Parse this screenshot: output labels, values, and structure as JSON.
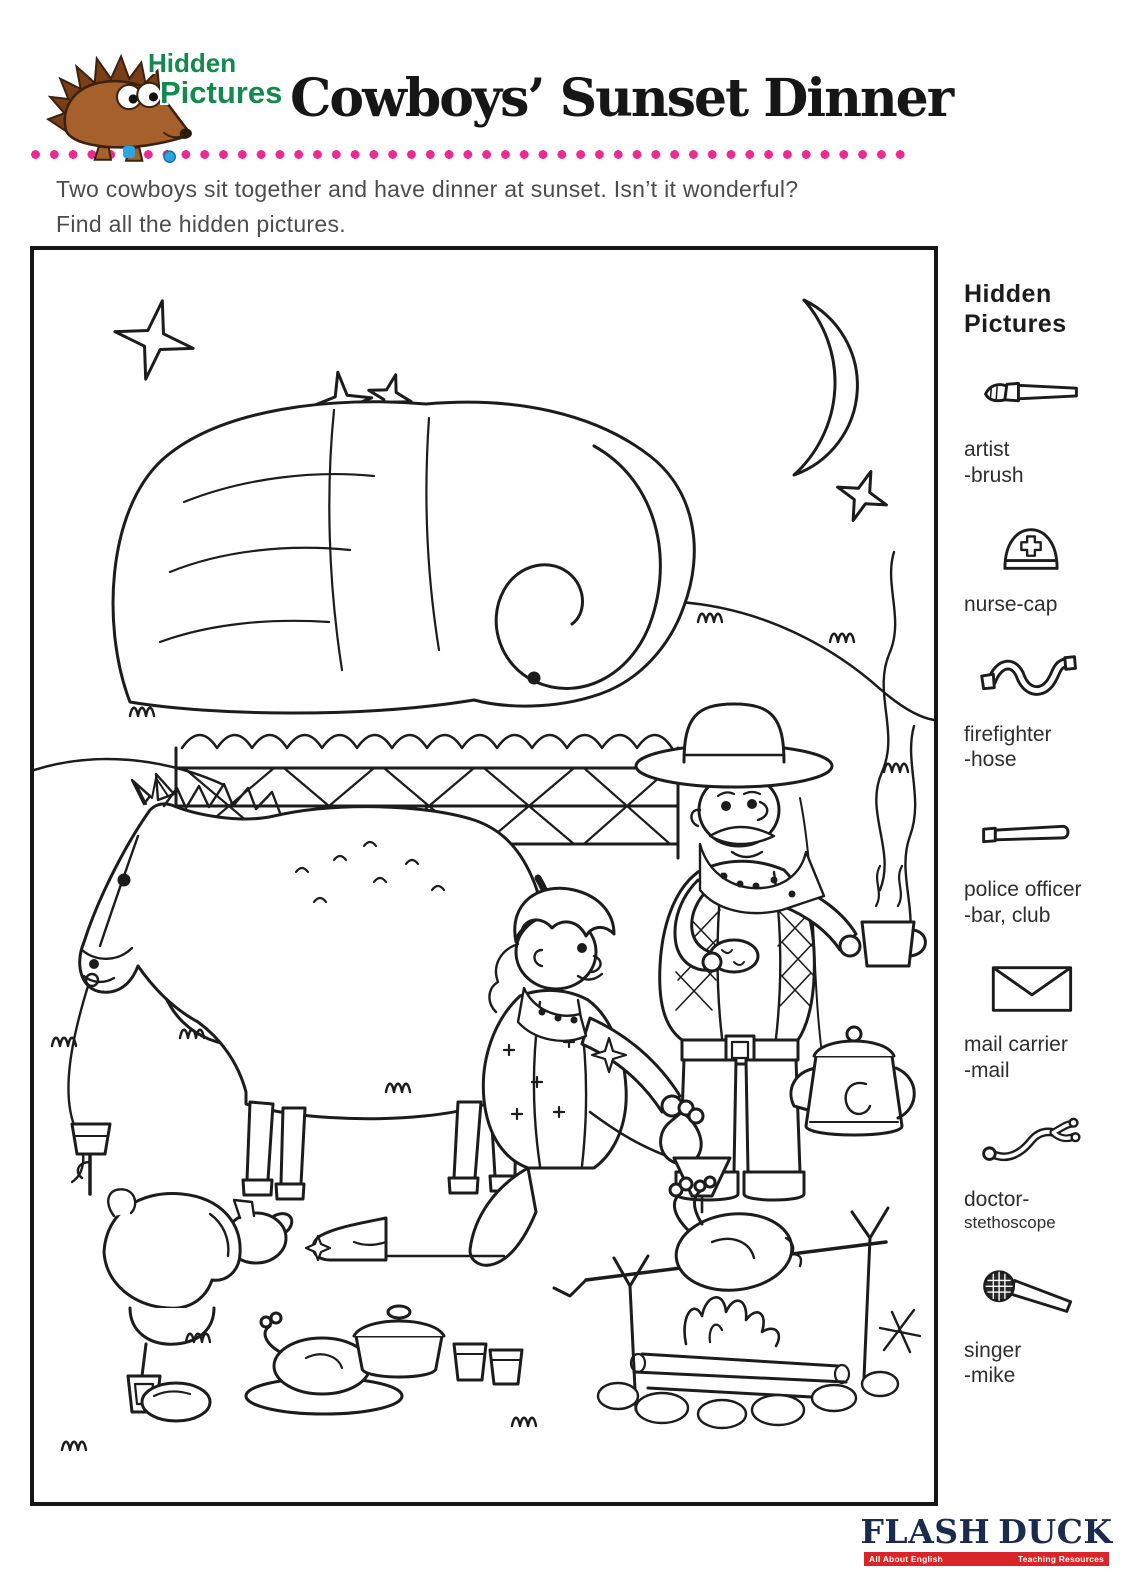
{
  "header": {
    "logo_word1": "Hidden",
    "logo_word2": "Pictures",
    "title": "Cowboys’ Sunset Dinner"
  },
  "instructions": {
    "line1": "Two cowboys sit together and have dinner at sunset. Isn’t it wonderful?",
    "line2": "Find all the hidden pictures."
  },
  "sidebar": {
    "heading_line1": "Hidden",
    "heading_line2": "Pictures",
    "items": [
      {
        "icon": "paintbrush-icon",
        "label_line1": "artist",
        "label_line2": "-brush"
      },
      {
        "icon": "nurse-cap-icon",
        "label_line1": "nurse-cap",
        "label_line2": ""
      },
      {
        "icon": "fire-hose-icon",
        "label_line1": "firefighter",
        "label_line2": "-hose"
      },
      {
        "icon": "police-club-icon",
        "label_line1": "police officer",
        "label_line2": "-bar, club"
      },
      {
        "icon": "envelope-icon",
        "label_line1": "mail carrier",
        "label_line2": "-mail"
      },
      {
        "icon": "stethoscope-icon",
        "label_line1": "doctor-",
        "label_line2": "stethoscope"
      },
      {
        "icon": "microphone-icon",
        "label_line1": "singer",
        "label_line2": "-mike"
      }
    ]
  },
  "footer": {
    "brand_word1": "FLASH",
    "brand_word2": "DUCK",
    "tagline_left": "All About English",
    "tagline_right": "Teaching Resources"
  },
  "scene_elements": [
    "crescent moon",
    "stars",
    "covered wagon",
    "horse",
    "standing cowboy with mug",
    "kneeling cowboy",
    "campfire with bird on spit",
    "coffee pot",
    "saddle",
    "stirrup",
    "jug",
    "plates and cups with food",
    "rocks",
    "grass tufts",
    "smoke"
  ],
  "colors": {
    "logo_green": "#13894e",
    "dot_pink": "#ec2a90",
    "dot_blue": "#2aa7e0",
    "ink_black": "#1c1c1c",
    "text_gray": "#4c4c4c",
    "brand_navy": "#1b2b4c",
    "brand_red": "#d8242a"
  }
}
